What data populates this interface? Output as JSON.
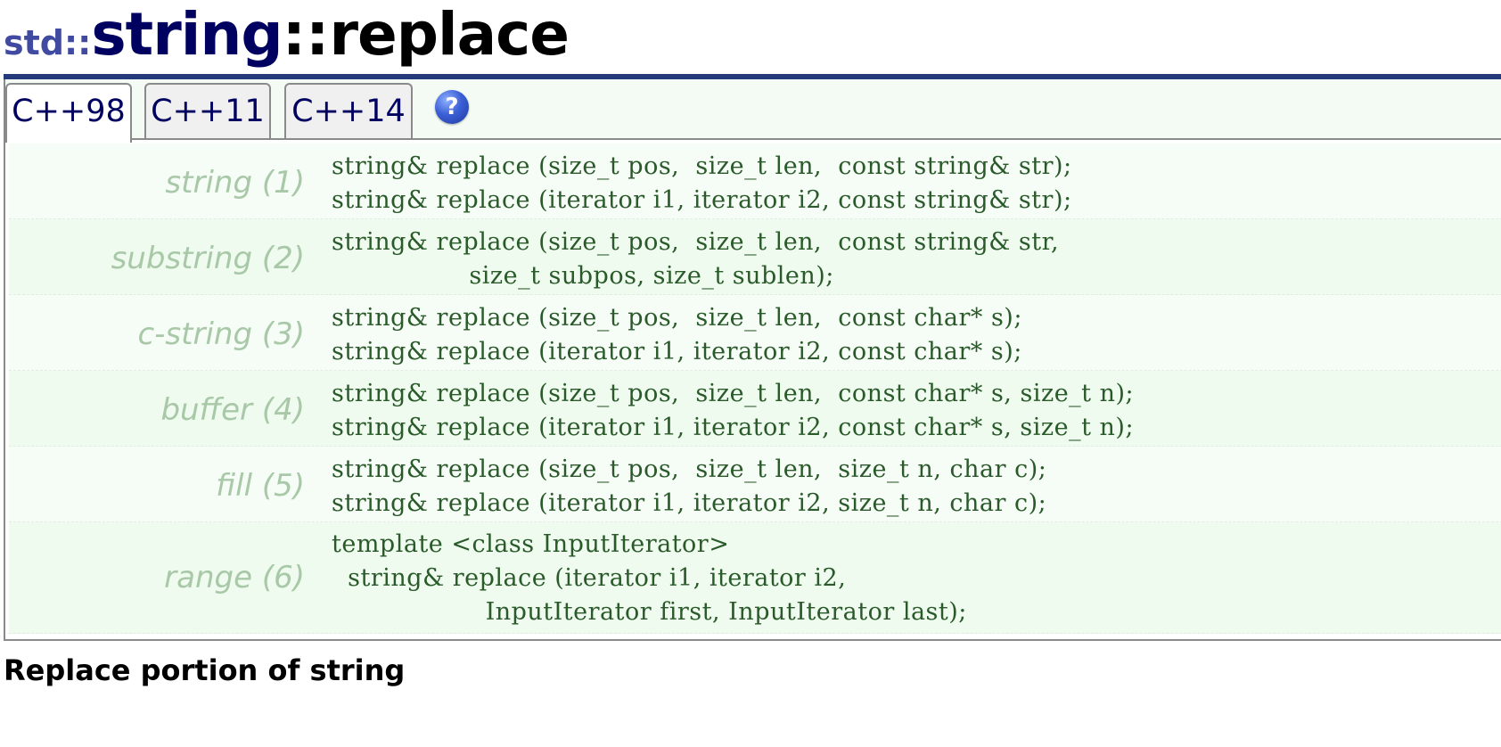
{
  "title": {
    "namespace": "std::",
    "class": "string",
    "separator": "::",
    "member": "replace"
  },
  "tabs": [
    {
      "label": "C++98",
      "active": true
    },
    {
      "label": "C++11",
      "active": false
    },
    {
      "label": "C++14",
      "active": false
    }
  ],
  "help_icon": {
    "name": "help-icon",
    "glyph": "?"
  },
  "overloads": [
    {
      "label": "string (1)",
      "lines": [
        "string& replace (size_t pos,  size_t len,  const string& str);",
        "string& replace (iterator i1, iterator i2, const string& str);"
      ]
    },
    {
      "label": "substring (2)",
      "lines": [
        "string& replace (size_t pos,  size_t len,  const string& str,",
        "                 size_t subpos, size_t sublen);"
      ]
    },
    {
      "label": "c-string (3)",
      "lines": [
        "string& replace (size_t pos,  size_t len,  const char* s);",
        "string& replace (iterator i1, iterator i2, const char* s);"
      ]
    },
    {
      "label": "buffer (4)",
      "lines": [
        "string& replace (size_t pos,  size_t len,  const char* s, size_t n);",
        "string& replace (iterator i1, iterator i2, const char* s, size_t n);"
      ]
    },
    {
      "label": "fill (5)",
      "lines": [
        "string& replace (size_t pos,  size_t len,  size_t n, char c);",
        "string& replace (iterator i1, iterator i2, size_t n, char c);"
      ]
    },
    {
      "label": "range (6)",
      "lines": [
        "template <class InputIterator>",
        "  string& replace (iterator i1, iterator i2,",
        "                   InputIterator first, InputIterator last);"
      ]
    }
  ],
  "subtitle": "Replace portion of string",
  "colors": {
    "rule": "#243a7a",
    "label": "#a8c8a8",
    "code": "#2a5a2a",
    "title_class": "#000060"
  }
}
